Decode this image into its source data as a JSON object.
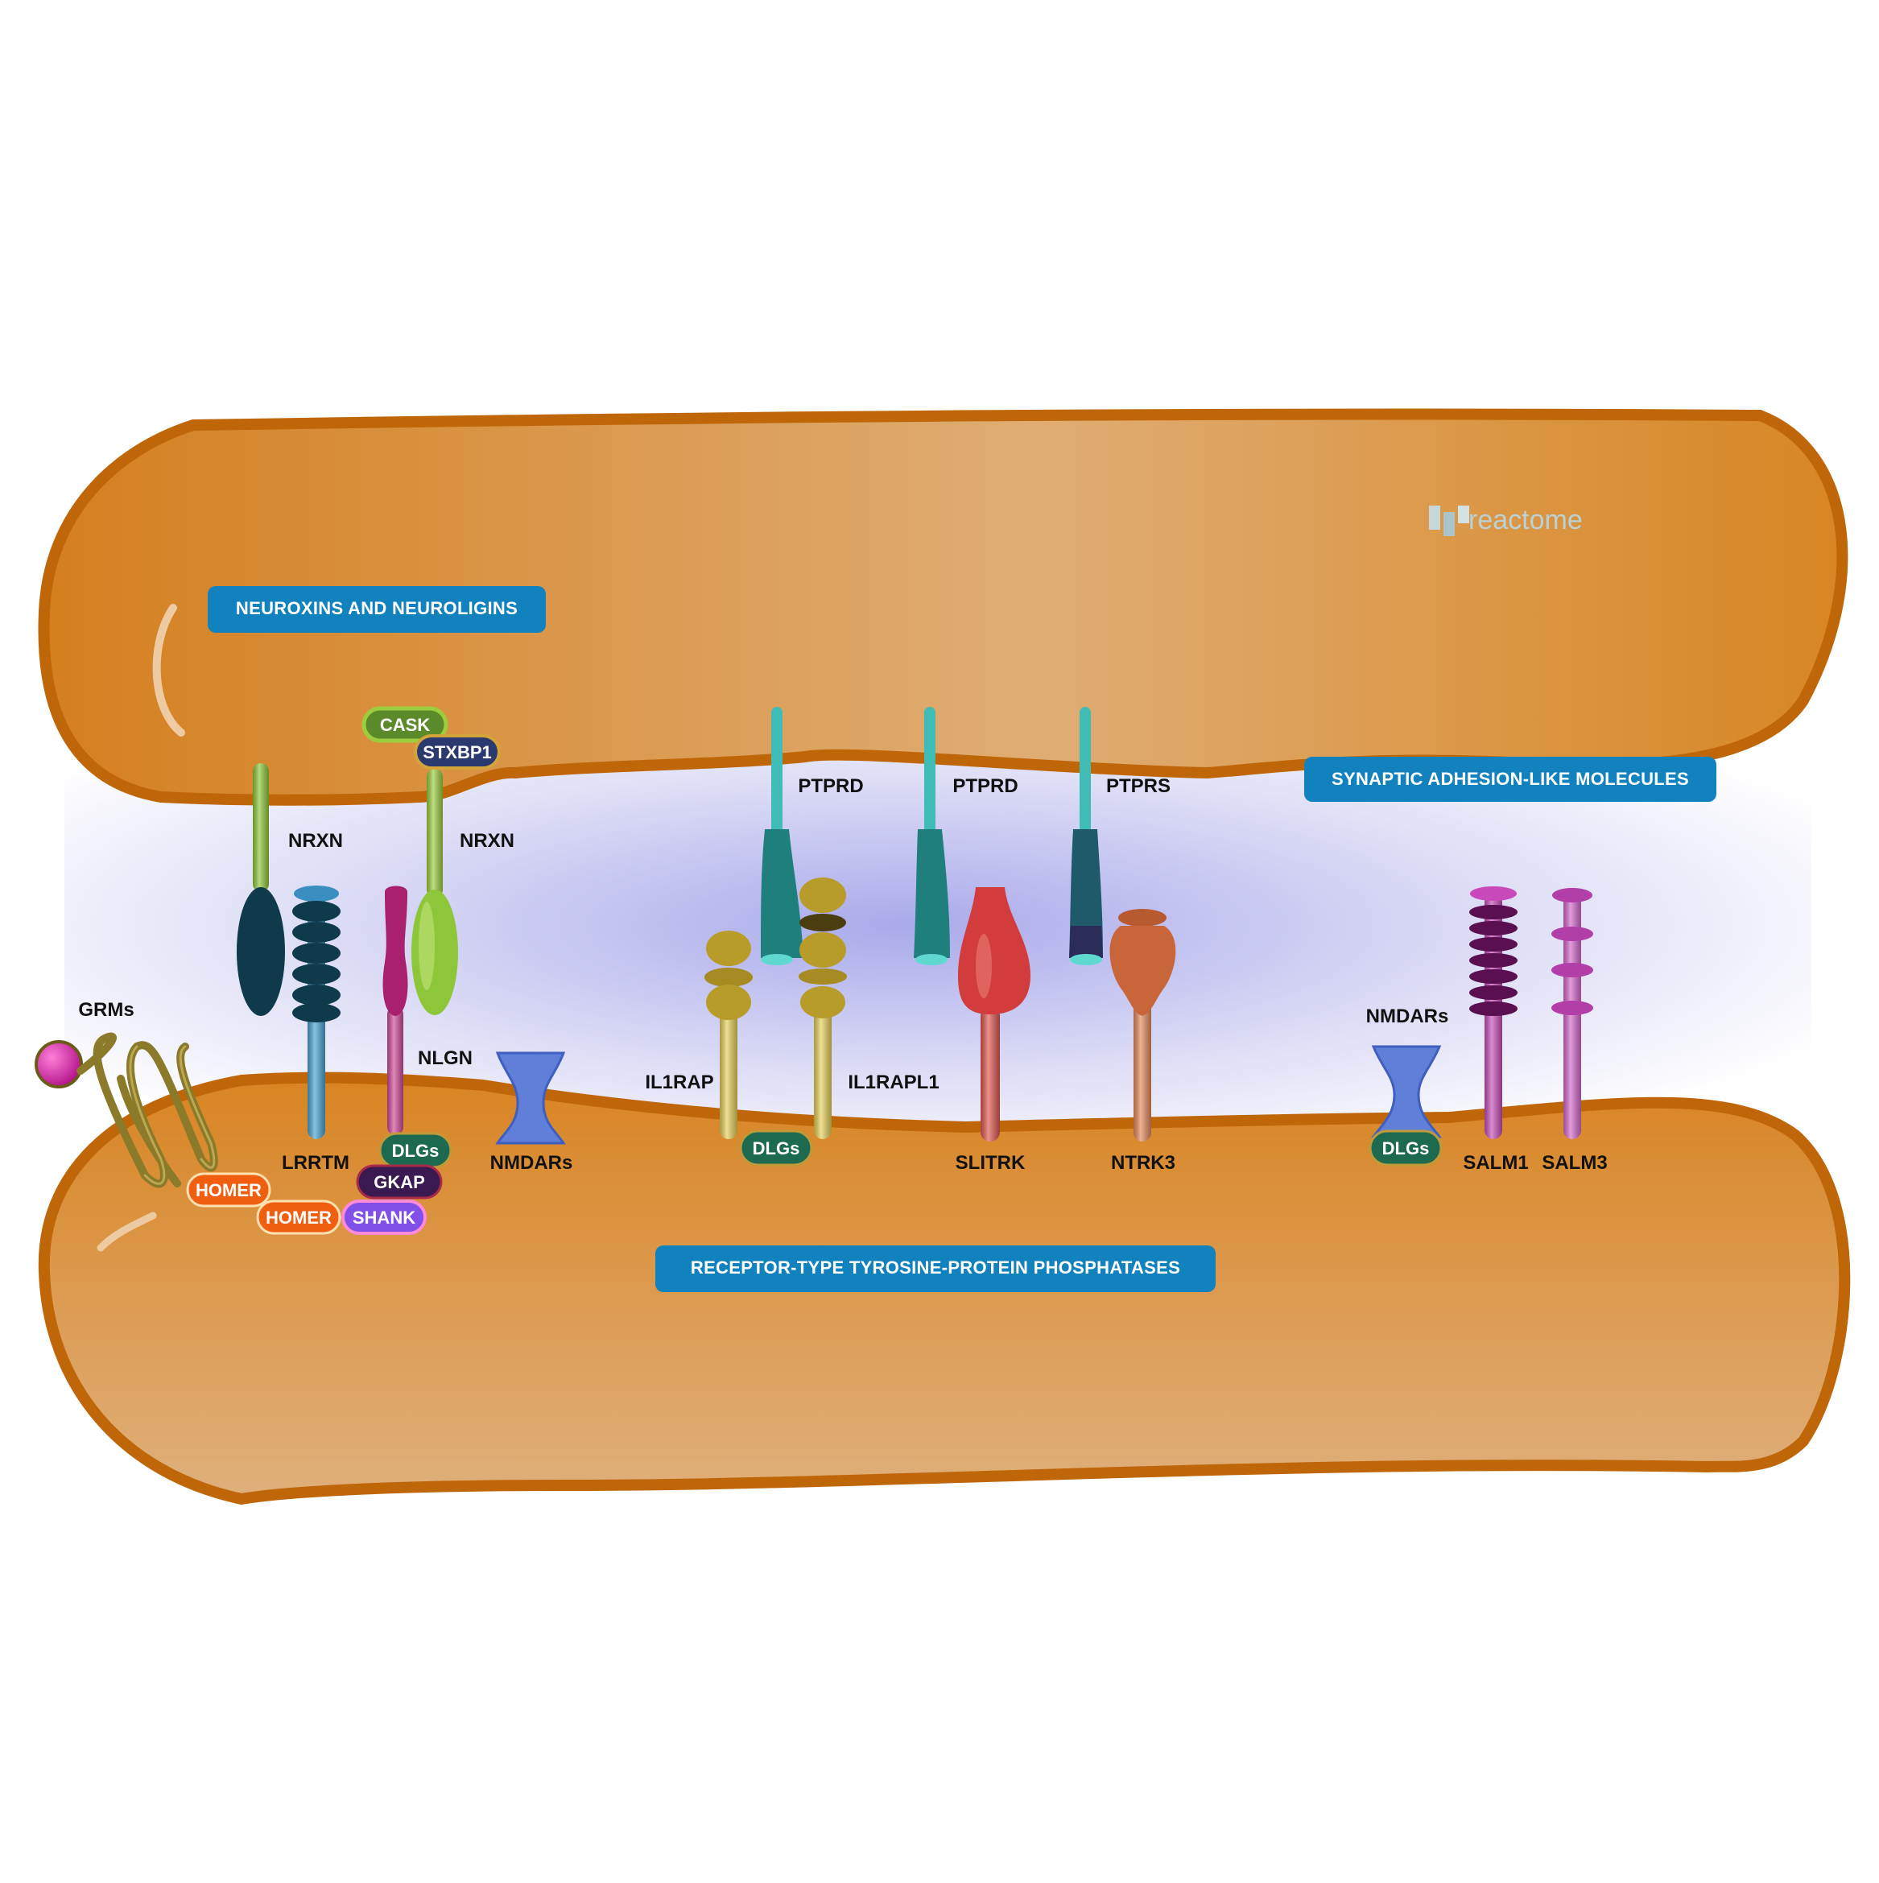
{
  "logo": {
    "text": "reactome",
    "color": "#b9d2d6"
  },
  "banners": {
    "neuroxins": "NEUROXINS AND NEUROLIGINS",
    "salm": "SYNAPTIC ADHESION-LIKE MOLECULES",
    "ptp": "RECEPTOR-TYPE TYROSINE-PROTEIN PHOSPHATASES"
  },
  "labels": {
    "nrxn1": "NRXN",
    "nrxn2": "NRXN",
    "grms": "GRMs",
    "nlgn": "NLGN",
    "lrrtm": "LRRTM",
    "nmdars1": "NMDARs",
    "nmdars2": "NMDARs",
    "ptprd1": "PTPRD",
    "ptprd2": "PTPRD",
    "ptprs": "PTPRS",
    "il1rap": "IL1RAP",
    "il1rapl1": "IL1RAPL1",
    "slitrk": "SLITRK",
    "ntrk3": "NTRK3",
    "salm1": "SALM1",
    "salm3": "SALM3"
  },
  "pills": {
    "cask": "CASK",
    "stxbp1": "STXBP1",
    "dlgs1": "DLGs",
    "dlgs2": "DLGs",
    "dlgs3": "DLGs",
    "gkap": "GKAP",
    "homer1": "HOMER",
    "homer2": "HOMER",
    "shank": "SHANK"
  },
  "colors": {
    "cell": "#d98a2e",
    "cell_edge": "#c0680a",
    "banner": "#1282bf",
    "cleft": "#b8b8ec"
  }
}
